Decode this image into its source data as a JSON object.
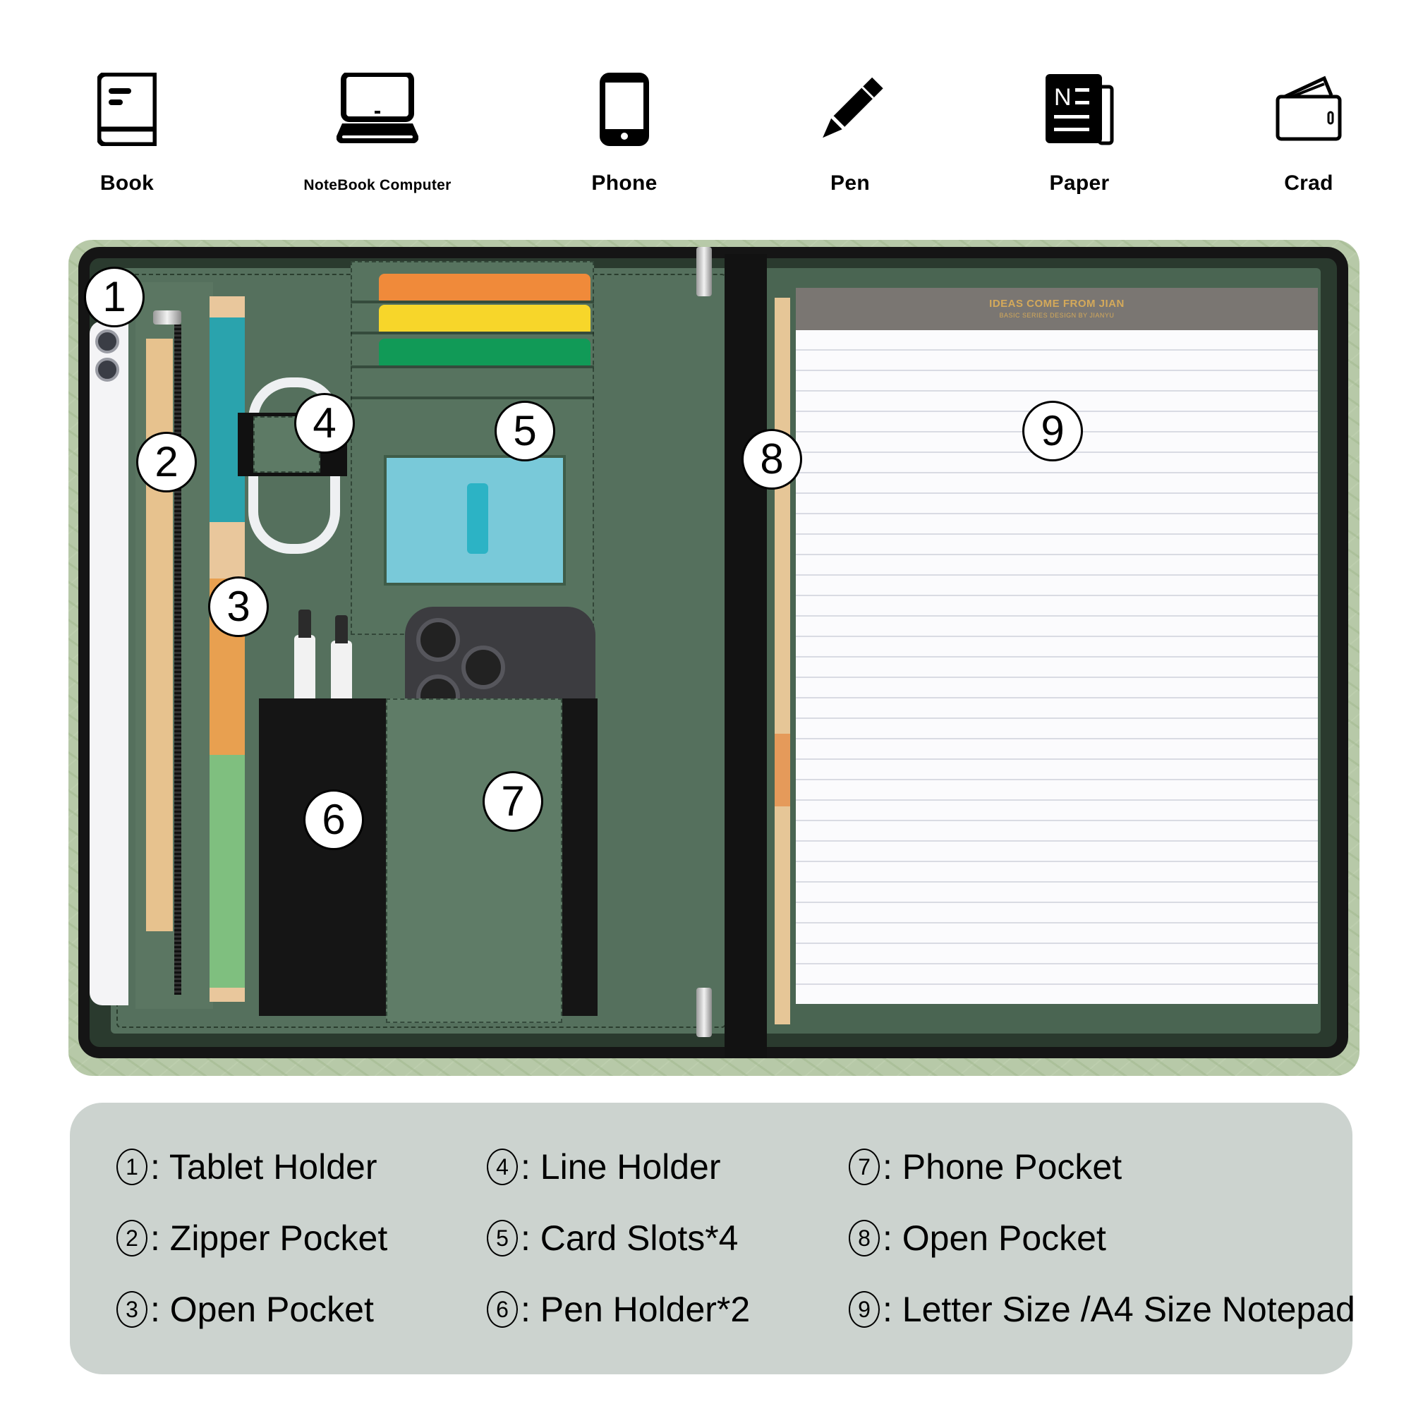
{
  "features": [
    {
      "id": "book",
      "label": "Book",
      "icon": "book-icon"
    },
    {
      "id": "notebook",
      "label": "NoteBook Computer",
      "icon": "laptop-icon"
    },
    {
      "id": "phone",
      "label": "Phone",
      "icon": "smartphone-icon"
    },
    {
      "id": "pen",
      "label": "Pen",
      "icon": "pencil-icon"
    },
    {
      "id": "paper",
      "label": "Paper",
      "icon": "notepad-icon"
    },
    {
      "id": "card",
      "label": "Crad",
      "icon": "wallet-icon"
    }
  ],
  "photo": {
    "notepad_header": "IDEAS COME FROM JIAN",
    "notepad_subheader": "BASIC SERIES DESIGN BY JIANYU",
    "callouts": [
      "1",
      "2",
      "3",
      "4",
      "5",
      "6",
      "7",
      "8",
      "9"
    ],
    "colors": {
      "leather_green": "#55705d",
      "outer_cover": "#b7c9a8",
      "card_orange": "#f08a3a",
      "card_yellow": "#f7d62a",
      "card_green": "#119a57",
      "id_window": "#79c9d9"
    }
  },
  "legend": {
    "background": "#ccd3cf",
    "items": [
      {
        "num": "1",
        "label": ": Tablet Holder"
      },
      {
        "num": "2",
        "label": ": Zipper Pocket"
      },
      {
        "num": "3",
        "label": ": Open Pocket"
      },
      {
        "num": "4",
        "label": ": Line Holder"
      },
      {
        "num": "5",
        "label": ": Card Slots*4"
      },
      {
        "num": "6",
        "label": ": Pen Holder*2"
      },
      {
        "num": "7",
        "label": ": Phone Pocket"
      },
      {
        "num": "8",
        "label": ": Open Pocket"
      },
      {
        "num": "9",
        "label": ": Letter Size /A4 Size Notepad"
      }
    ]
  }
}
